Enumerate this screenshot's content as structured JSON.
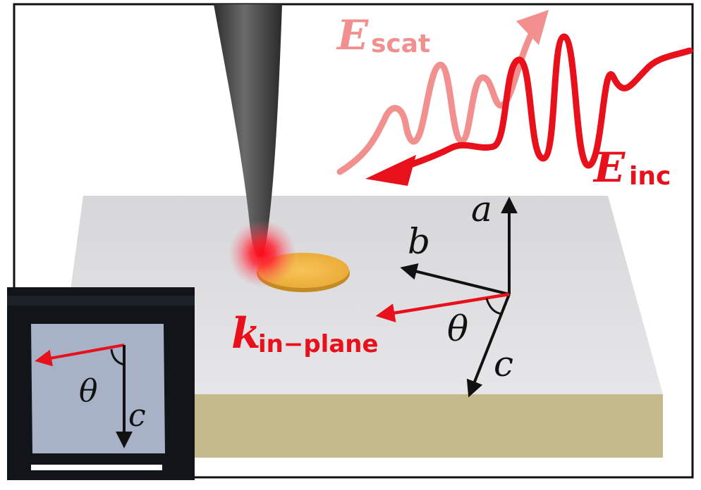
{
  "labels": {
    "e_scat_main": "E",
    "e_scat_sub": "scat",
    "e_inc_main": "E",
    "e_inc_sub": "inc",
    "k_main": "k",
    "k_sub": "in−plane",
    "axis_a": "a",
    "axis_b": "b",
    "axis_c": "c",
    "theta": "θ",
    "inset_theta": "θ",
    "inset_c": "c"
  },
  "colors": {
    "incident_red": "#e8101a",
    "scattered_pink": "#f29090",
    "slab_top": "#dcdcdf",
    "slab_side": "#c4ba8c",
    "tip": "#4a4a4a",
    "gold_disk": "#f0b53e",
    "inset_bg": "#111418",
    "inset_crystal": "#a7b2c6",
    "axis_black": "#111111"
  },
  "icons": {
    "tip": "afm-tip-icon",
    "sample_disk": "gold-disk-icon",
    "hotspot": "laser-hotspot-icon"
  }
}
